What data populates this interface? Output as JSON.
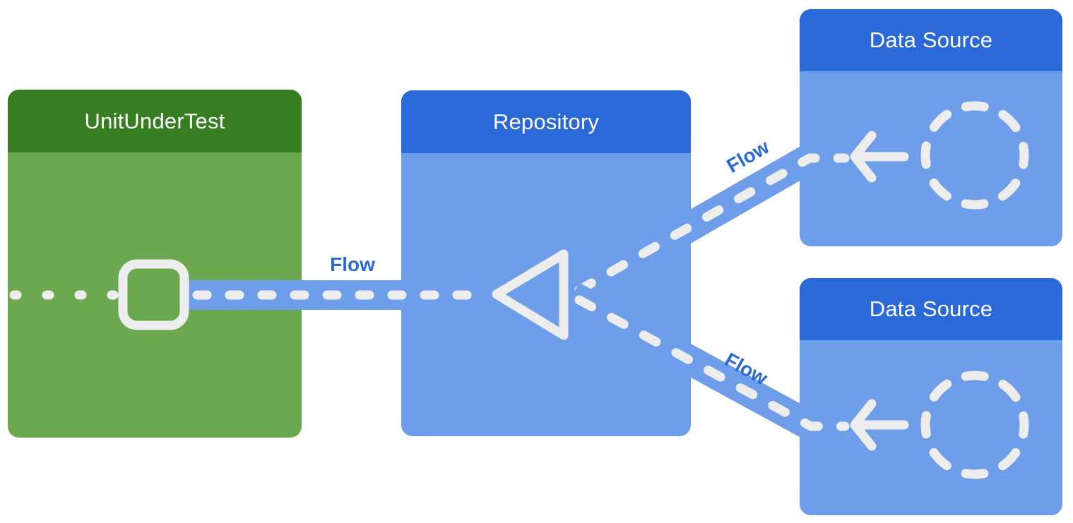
{
  "diagram": {
    "nodes": {
      "unit_under_test": {
        "label": "UnitUnderTest",
        "icon": "square-outline-icon",
        "header_color": "#377D22",
        "body_color": "#6BA84F"
      },
      "repository": {
        "label": "Repository",
        "icon": "triangle-left-icon",
        "header_color": "#2B68D8",
        "body_color": "#6E9DEA"
      },
      "data_source_top": {
        "label": "Data Source",
        "icon": "dashed-circle-icon",
        "header_color": "#2B68D8",
        "body_color": "#6E9DEA"
      },
      "data_source_bottom": {
        "label": "Data Source",
        "icon": "dashed-circle-icon",
        "header_color": "#2B68D8",
        "body_color": "#6E9DEA"
      }
    },
    "edges": {
      "repo_to_unit": {
        "label": "Flow",
        "from": "repository",
        "to": "unit_under_test",
        "style": "dashed"
      },
      "ds_top_to_repo": {
        "label": "Flow",
        "from": "data_source_top",
        "to": "repository",
        "style": "dashed"
      },
      "ds_bottom_to_repo": {
        "label": "Flow",
        "from": "data_source_bottom",
        "to": "repository",
        "style": "dashed"
      }
    },
    "icons": {
      "arrow": "arrow-left-icon",
      "circle": "dashed-circle-icon",
      "square": "square-outline-icon",
      "triangle": "triangle-left-icon"
    },
    "colors": {
      "green_header": "#377D22",
      "green_body": "#6BA84F",
      "blue_header": "#2B68D8",
      "blue_body": "#6E9DEA",
      "connector_band": "#6E9DEA",
      "icon_white": "#EDEDED",
      "flow_label": "#2B68D8",
      "header_text": "#FFFFFF",
      "background": "#FFFFFF"
    }
  }
}
